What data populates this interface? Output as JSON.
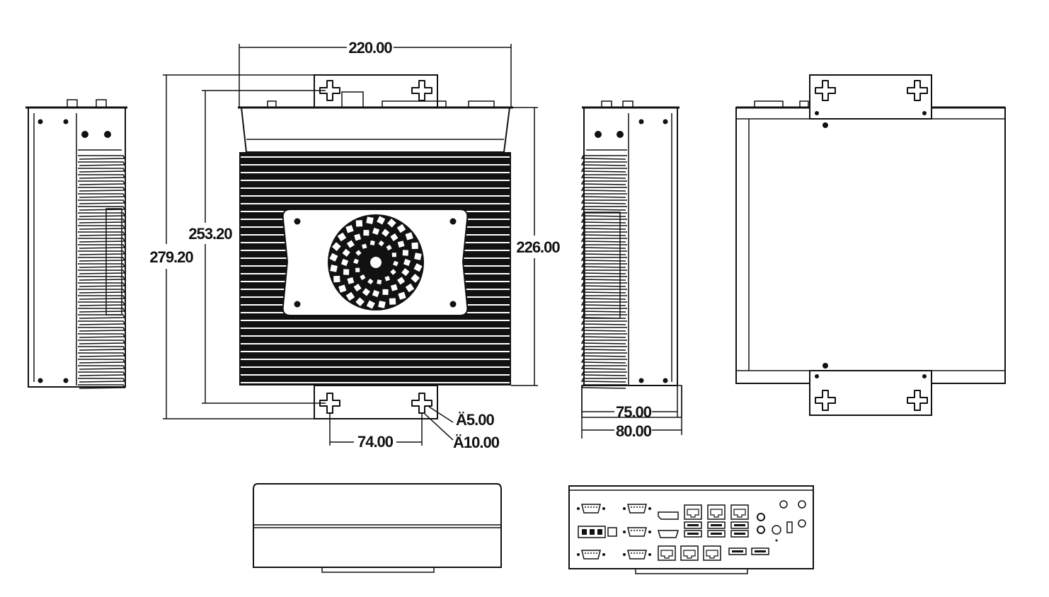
{
  "dimensions": {
    "width_top": "220.00",
    "height_inner": "253.20",
    "height_outer": "279.20",
    "height_right": "226.00",
    "hole_spacing": "74.00",
    "hole_small": "Ä5.00",
    "hole_large": "Ä10.00",
    "depth_inner": "75.00",
    "depth_outer": "80.00"
  },
  "colors": {
    "line": "#111111",
    "background": "#ffffff"
  }
}
